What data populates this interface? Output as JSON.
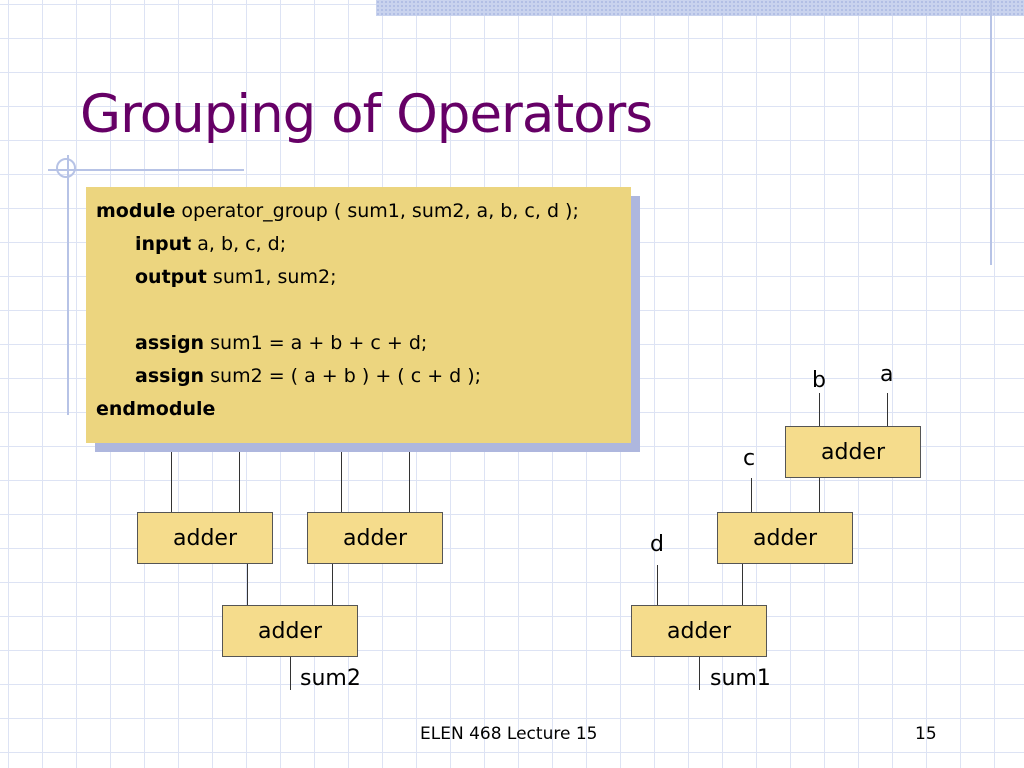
{
  "slide": {
    "title": "Grouping of Operators",
    "footer": "ELEN 468 Lecture 15",
    "page_number": "15"
  },
  "code": {
    "line1_kw": "module",
    "line1_rest": " operator_group ( sum1, sum2, a, b, c, d );",
    "line2_kw": "input",
    "line2_rest": " a, b, c, d;",
    "line3_kw": "output",
    "line3_rest": " sum1, sum2;",
    "line5_kw": "assign",
    "line5_rest": " sum1 = a + b + c + d;",
    "line6_kw": "assign",
    "line6_rest": " sum2 = ( a + b ) + ( c + d );",
    "line7_kw": "endmodule"
  },
  "diagram_left": {
    "adder_top_left": "adder",
    "adder_top_right": "adder",
    "adder_bottom": "adder",
    "output": "sum2"
  },
  "diagram_right": {
    "input_a": "a",
    "input_b": "b",
    "input_c": "c",
    "input_d": "d",
    "adder_1": "adder",
    "adder_2": "adder",
    "adder_3": "adder",
    "output": "sum1"
  }
}
